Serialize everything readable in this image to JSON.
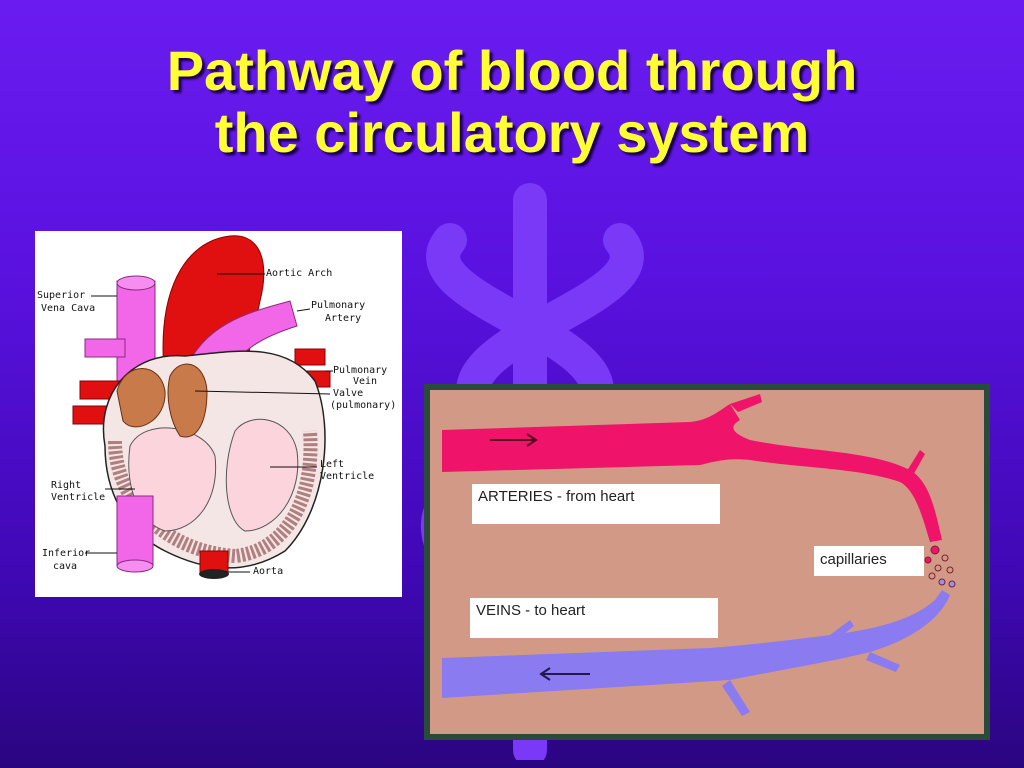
{
  "slide": {
    "title_line1": "Pathway of blood through",
    "title_line2": "the circulatory system"
  },
  "heart_diagram": {
    "labels": {
      "aortic_arch": "Aortic Arch",
      "superior": "Superior",
      "vena_cava": "Vena Cava",
      "pulmonary_artery_1": "Pulmonary",
      "pulmonary_artery_2": "Artery",
      "pulmonary_vein_1": "Pulmonary",
      "pulmonary_vein_2": "Vein",
      "valve_1": "Valve",
      "valve_2": "(pulmonary)",
      "left_ventricle_1": "Left",
      "left_ventricle_2": "Ventricle",
      "right_ventricle_1": "Right",
      "right_ventricle_2": "Ventricle",
      "inferior": "Inferior",
      "cava": "cava",
      "aorta": "Aorta"
    }
  },
  "circulation_diagram": {
    "arteries_label": "ARTERIES - from heart",
    "veins_label": "VEINS - to heart",
    "capillaries_label": "capillaries"
  },
  "colors": {
    "background_top": "#6a1cf0",
    "title": "#ffff33",
    "artery": "#f0136a",
    "vein": "#8a7cf0",
    "heart_red": "#e01010",
    "vena_cava": "#f266e8"
  }
}
